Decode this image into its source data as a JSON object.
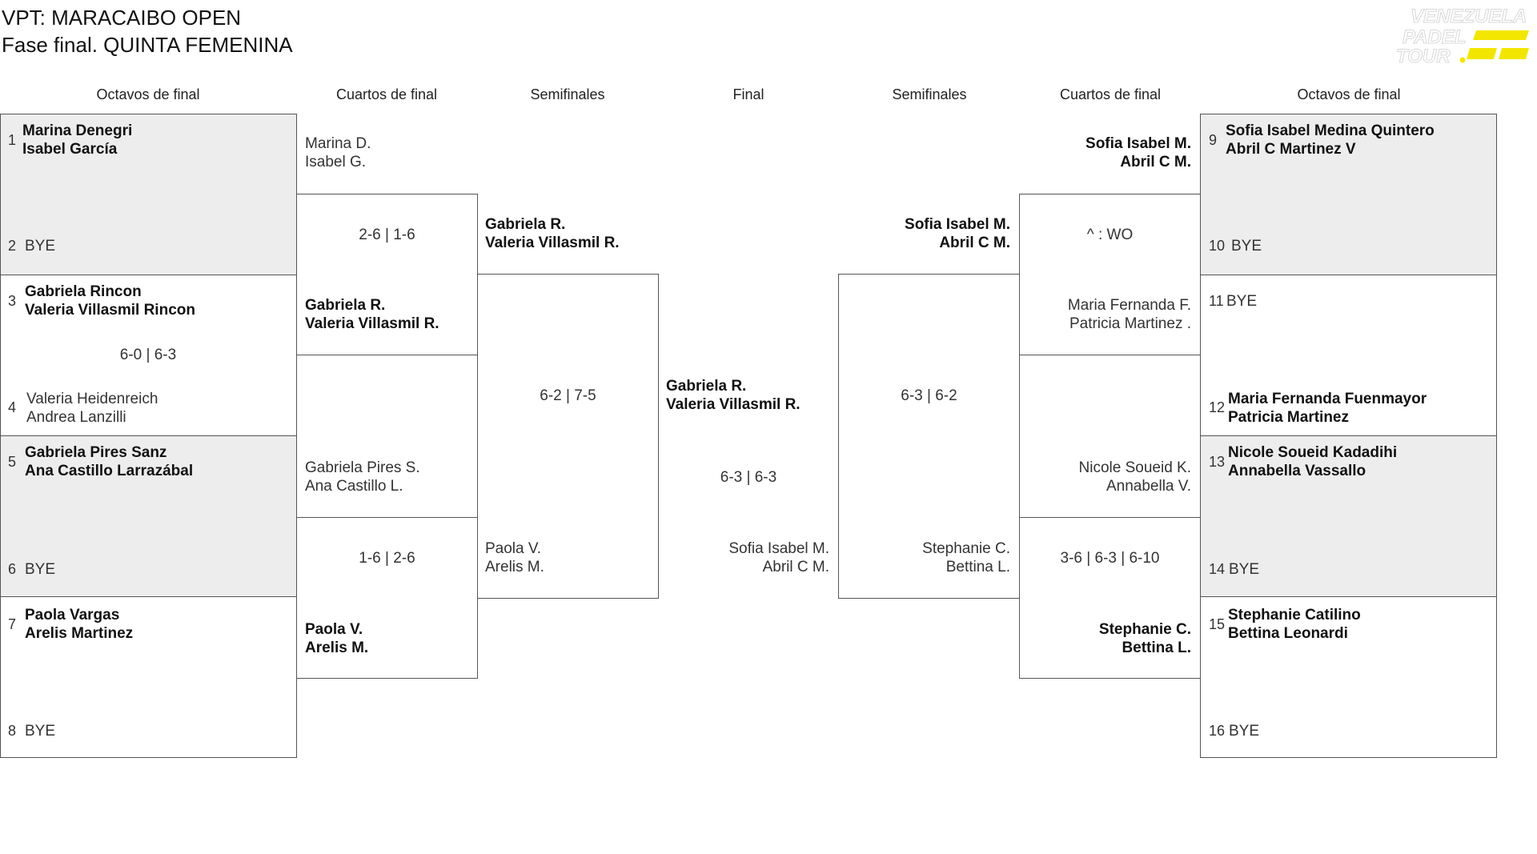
{
  "title_line1": "VPT: MARACAIBO OPEN",
  "title_line2": "Fase final. QUINTA FEMENINA",
  "logo": {
    "text": "VENEZUELA PADEL TOUR",
    "accent": "#f2e600"
  },
  "headers": {
    "left_r16": "Octavos de final",
    "left_qf": "Cuartos de final",
    "left_sf": "Semifinales",
    "final": "Final",
    "right_sf": "Semifinales",
    "right_qf": "Cuartos de final",
    "right_r16": "Octavos de final"
  },
  "r16_left": [
    {
      "seed": "1",
      "p1": "Marina Denegri",
      "p2": "Isabel García"
    },
    {
      "seed": "2",
      "p1": "BYE"
    },
    {
      "seed": "3",
      "p1": "Gabriela Rincon",
      "p2": "Valeria Villasmil Rincon"
    },
    {
      "seed": "4",
      "p1": "Valeria Heidenreich",
      "p2": "Andrea Lanzilli"
    },
    {
      "seed": "5",
      "p1": "Gabriela Pires Sanz",
      "p2": "Ana Castillo Larrazábal"
    },
    {
      "seed": "6",
      "p1": "BYE"
    },
    {
      "seed": "7",
      "p1": "Paola Vargas",
      "p2": "Arelis Martinez"
    },
    {
      "seed": "8",
      "p1": "BYE"
    }
  ],
  "r16_left_scores": {
    "m2": "6-0 | 6-3"
  },
  "qf_left": [
    {
      "p1": "Marina D.",
      "p2": "Isabel G."
    },
    {
      "p1": "Gabriela R.",
      "p2": "Valeria Villasmil R."
    },
    {
      "p1": "Gabriela Pires S.",
      "p2": "Ana Castillo L."
    },
    {
      "p1": "Paola V.",
      "p2": "Arelis M."
    }
  ],
  "qf_left_scores": {
    "m1": "2-6 | 1-6",
    "m2": "1-6 | 2-6"
  },
  "sf_left": [
    {
      "p1": "Gabriela R.",
      "p2": "Valeria Villasmil R."
    },
    {
      "p1": "Paola V.",
      "p2": "Arelis M."
    }
  ],
  "sf_left_score": "6-2 | 7-5",
  "final": {
    "top_p1": "Gabriela R.",
    "top_p2": "Valeria Villasmil R.",
    "bottom_p1": "Sofia Isabel M.",
    "bottom_p2": "Abril C M.",
    "score": "6-3 | 6-3"
  },
  "sf_right": [
    {
      "p1": "Sofia Isabel M.",
      "p2": "Abril C M."
    },
    {
      "p1": "Stephanie C.",
      "p2": "Bettina L."
    }
  ],
  "sf_right_score": "6-3 | 6-2",
  "qf_right": [
    {
      "p1": "Sofia Isabel M.",
      "p2": "Abril C M."
    },
    {
      "p1": "Maria Fernanda F.",
      "p2": "Patricia Martinez ."
    },
    {
      "p1": "Nicole Soueid K.",
      "p2": "Annabella V."
    },
    {
      "p1": "Stephanie C.",
      "p2": "Bettina L."
    }
  ],
  "qf_right_scores": {
    "m1": "^ : WO",
    "m2": "3-6 | 6-3 | 6-10"
  },
  "r16_right": [
    {
      "seed": "9",
      "p1": "Sofia Isabel Medina Quintero",
      "p2": "Abril C Martinez V"
    },
    {
      "seed": "10",
      "p1": "BYE"
    },
    {
      "seed": "11",
      "p1": "BYE"
    },
    {
      "seed": "12",
      "p1": "Maria Fernanda Fuenmayor",
      "p2": "Patricia Martinez"
    },
    {
      "seed": "13",
      "p1": "Nicole Soueid Kadadihi",
      "p2": "Annabella Vassallo"
    },
    {
      "seed": "14",
      "p1": "BYE"
    },
    {
      "seed": "15",
      "p1": "Stephanie Catilino",
      "p2": "Bettina Leonardi"
    },
    {
      "seed": "16",
      "p1": "BYE"
    }
  ]
}
